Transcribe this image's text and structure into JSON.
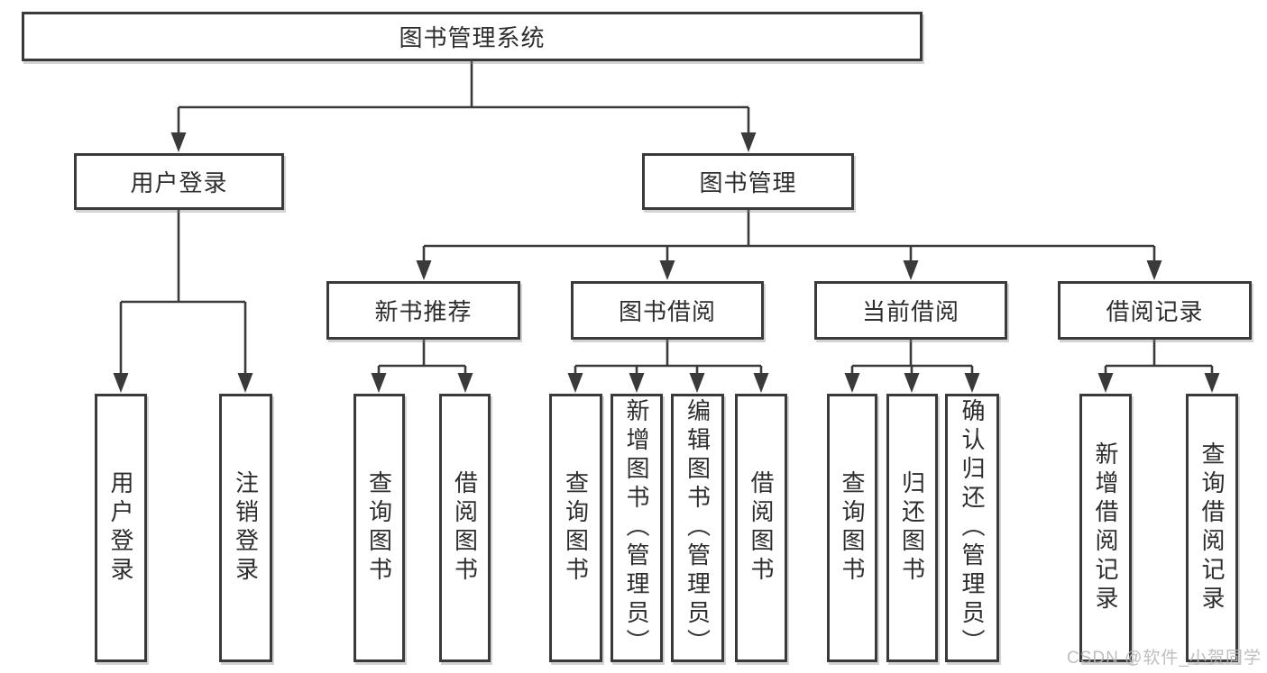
{
  "diagram_type": "hierarchy-tree",
  "tree": {
    "label": "图书管理系统",
    "children": [
      {
        "label": "用户登录",
        "children": [
          {
            "label": "用户登录"
          },
          {
            "label": "注销登录"
          }
        ]
      },
      {
        "label": "图书管理",
        "children": [
          {
            "label": "新书推荐",
            "children": [
              {
                "label": "查询图书"
              },
              {
                "label": "借阅图书"
              }
            ]
          },
          {
            "label": "图书借阅",
            "children": [
              {
                "label": "查询图书"
              },
              {
                "label": "新增图书（管理员）"
              },
              {
                "label": "编辑图书（管理员）"
              },
              {
                "label": "借阅图书"
              }
            ]
          },
          {
            "label": "当前借阅",
            "children": [
              {
                "label": "查询图书"
              },
              {
                "label": "归还图书"
              },
              {
                "label": "确认归还（管理员）"
              }
            ]
          },
          {
            "label": "借阅记录",
            "children": [
              {
                "label": "新增借阅记录"
              },
              {
                "label": "查询借阅记录"
              }
            ]
          }
        ]
      }
    ]
  },
  "colors": {
    "background": "#ffffff",
    "line": "#3a3a3a",
    "box_border": "#3a3a3a",
    "text": "#2d2d2d",
    "watermark": "#bab6b6"
  },
  "watermark": {
    "text": "CSDN @软件_小贺同学"
  }
}
